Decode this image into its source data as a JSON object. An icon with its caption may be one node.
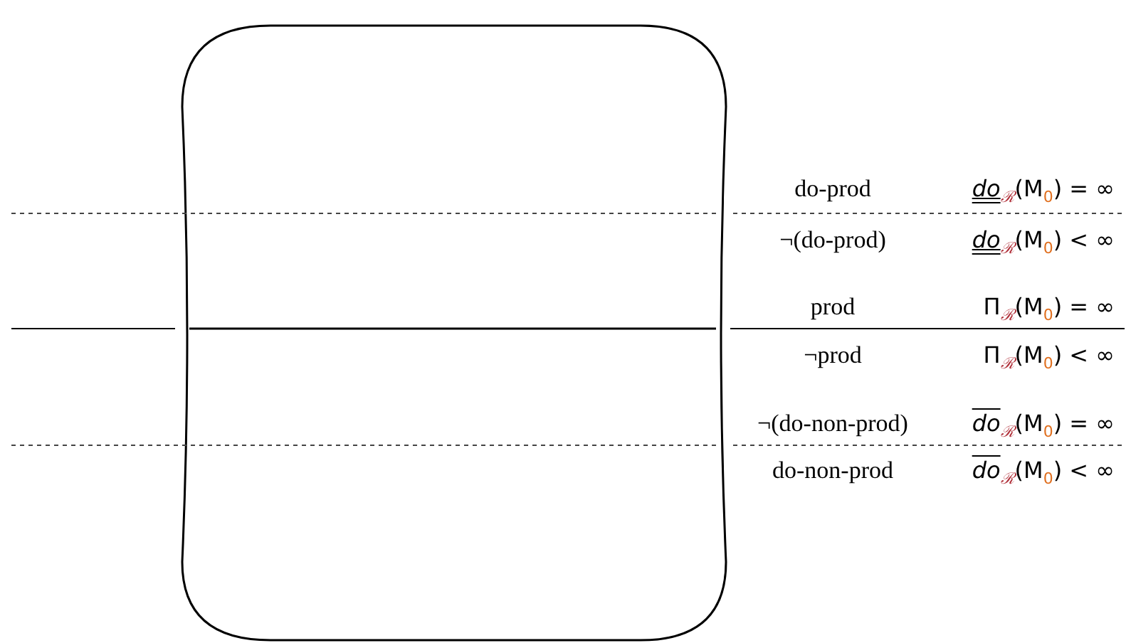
{
  "diagram": {
    "labels": [
      "do-prod",
      "*do*$_{ℛ}$(M$_{0}$) = ∞",
      "¬(do-prod)",
      "*do*$_{ℛ}$(M$_{0}$) < ∞",
      "prod",
      "Π$_{ℛ}$(M$_{0}$) = ∞",
      "¬prod",
      "Π$_{ℛ}$(M$_{0}$) < ∞",
      "¬(do-non-prod)",
      "*do*$_{ℛ}$(M$_{0}$) = ∞",
      "do-non-prod",
      "*do*$_{ℛ}$(M$_{0}$) < ∞"
    ]
  }
}
